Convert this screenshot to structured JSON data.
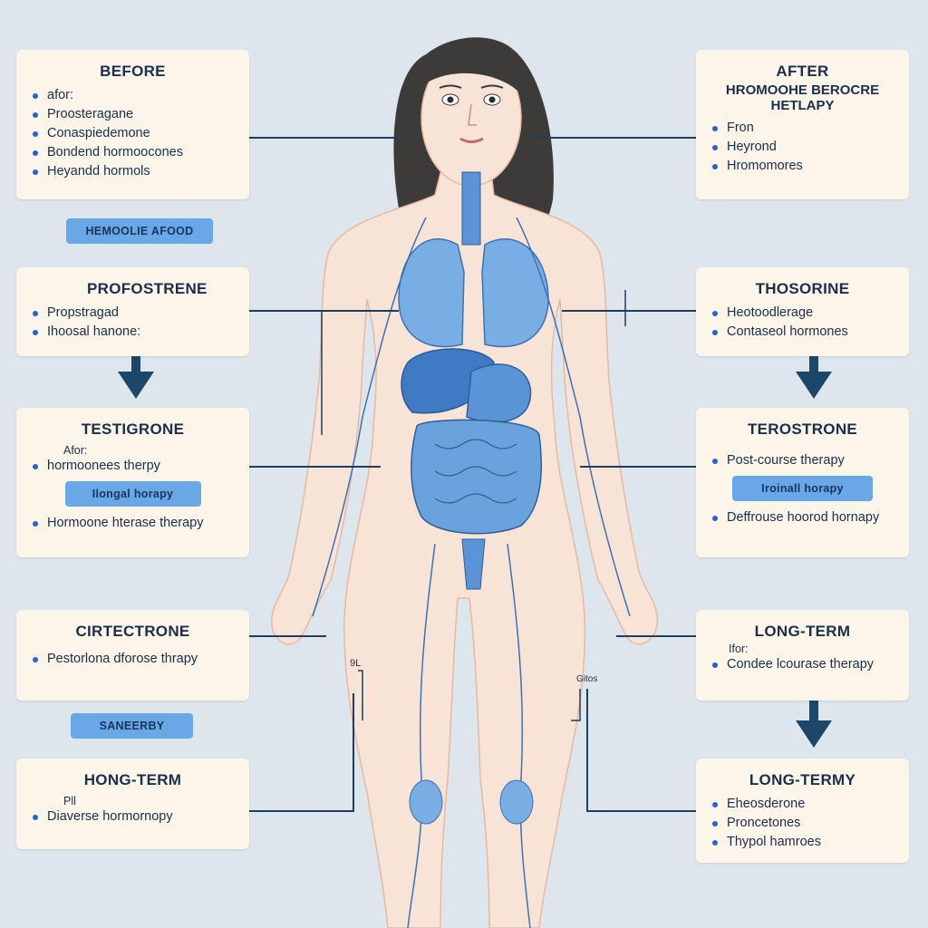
{
  "left": {
    "before": {
      "title": "BEFORE",
      "items": [
        "afor:",
        "Proosteragane",
        "Conaspiedemone",
        "Bondend hormoocones",
        "Heyandd hormols"
      ]
    },
    "pill_top": "HEMOOLIE AFOOD",
    "card2": {
      "title": "PROFOSTRENE",
      "items": [
        "Propstragad",
        "Ihoosal hanone:"
      ]
    },
    "card3": {
      "title": "TESTIGRONE",
      "note": "Afor:",
      "items": [
        "hormoonees therpy"
      ],
      "pill": "Ilongal horapy",
      "items2": [
        "Hormoone hterase therapy"
      ]
    },
    "card4": {
      "title": "CIRTECTRONE",
      "items": [
        "Pestorlona dforose thrapy"
      ]
    },
    "pill_bottom": "SANEERBY",
    "card5": {
      "title": "HONG-TERM",
      "note": "Pll",
      "items": [
        "Diaverse hormornopy"
      ]
    }
  },
  "right": {
    "after": {
      "title": "AFTER",
      "subtitle": "HROMOOHE BEROCRE HETLAPY",
      "items": [
        "Fron",
        "Heyrond",
        "Hromomores"
      ]
    },
    "card2": {
      "title": "THOSORINE",
      "items": [
        "Heotoodlerage",
        "Contaseol hormones"
      ]
    },
    "card3": {
      "title": "TEROSTRONE",
      "items": [
        "Post-course therapy"
      ],
      "pill": "Iroinall horapy",
      "items2": [
        "Deffrouse hoorod hornapy"
      ]
    },
    "card4": {
      "title": "LONG-TERM",
      "note": "Ifor:",
      "items": [
        "Condee lcourase therapy"
      ]
    },
    "card5": {
      "title": "LONG-TERMY",
      "items": [
        "Eheosderone",
        "Proncetones",
        "Thypol hamroes"
      ]
    }
  },
  "labels": {
    "left_small": "9L",
    "right_small": "Gitos"
  },
  "colors": {
    "background": "#dde6ec",
    "card": "#fbf5ea",
    "skin": "#f8e4d6",
    "organ_blue": "#5b94d6",
    "arrow": "#1d3e5f",
    "pill": "#6aa7e6",
    "hair": "#3d3a3a"
  }
}
